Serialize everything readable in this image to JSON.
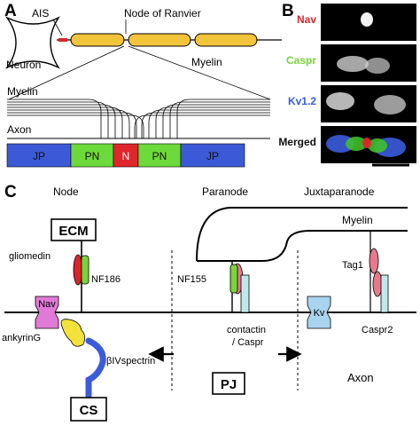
{
  "panels": {
    "a": {
      "letter": "A",
      "ais_label": "AIS",
      "node_label": "Node of Ranvier",
      "neuron_label": "Neuron",
      "myelin_label": "Myelin",
      "myelin_detail_label": "Myelin",
      "axon_label": "Axon",
      "segments": [
        {
          "label": "JP",
          "color": "#3c5ad6"
        },
        {
          "label": "PN",
          "color": "#6dd93a"
        },
        {
          "label": "N",
          "color": "#e0262d"
        },
        {
          "label": "PN",
          "color": "#6dd93a"
        },
        {
          "label": "JP",
          "color": "#3c5ad6"
        }
      ],
      "myelin_color": "#f2c43a",
      "ais_color": "#d9262a"
    },
    "b": {
      "letter": "B",
      "channels": [
        {
          "label": "Nav",
          "color": "#d9262a"
        },
        {
          "label": "Caspr",
          "color": "#7bd33a"
        },
        {
          "label": "Kv1.2",
          "color": "#3b5bdb"
        },
        {
          "label": "Merged",
          "color": "#111111"
        }
      ]
    },
    "c": {
      "letter": "C",
      "node_title": "Node",
      "paranode_title": "Paranode",
      "juxtaparanode_title": "Juxtaparanode",
      "myelin_label": "Myelin",
      "ecm_label": "ECM",
      "gliomedin_label": "gliomedin",
      "nf186_label": "NF186",
      "nav_label": "Nav",
      "ankyrin_label": "ankyrinG",
      "spectrin_label": "βIVspectrin",
      "cs_label": "CS",
      "nf155_label": "NF155",
      "contactin_line1": "contactin",
      "contactin_line2": "/ Caspr",
      "pj_label": "PJ",
      "kv_label": "Kv",
      "tag1_label": "Tag1",
      "caspr2_label": "Caspr2",
      "axon_label": "Axon"
    }
  }
}
